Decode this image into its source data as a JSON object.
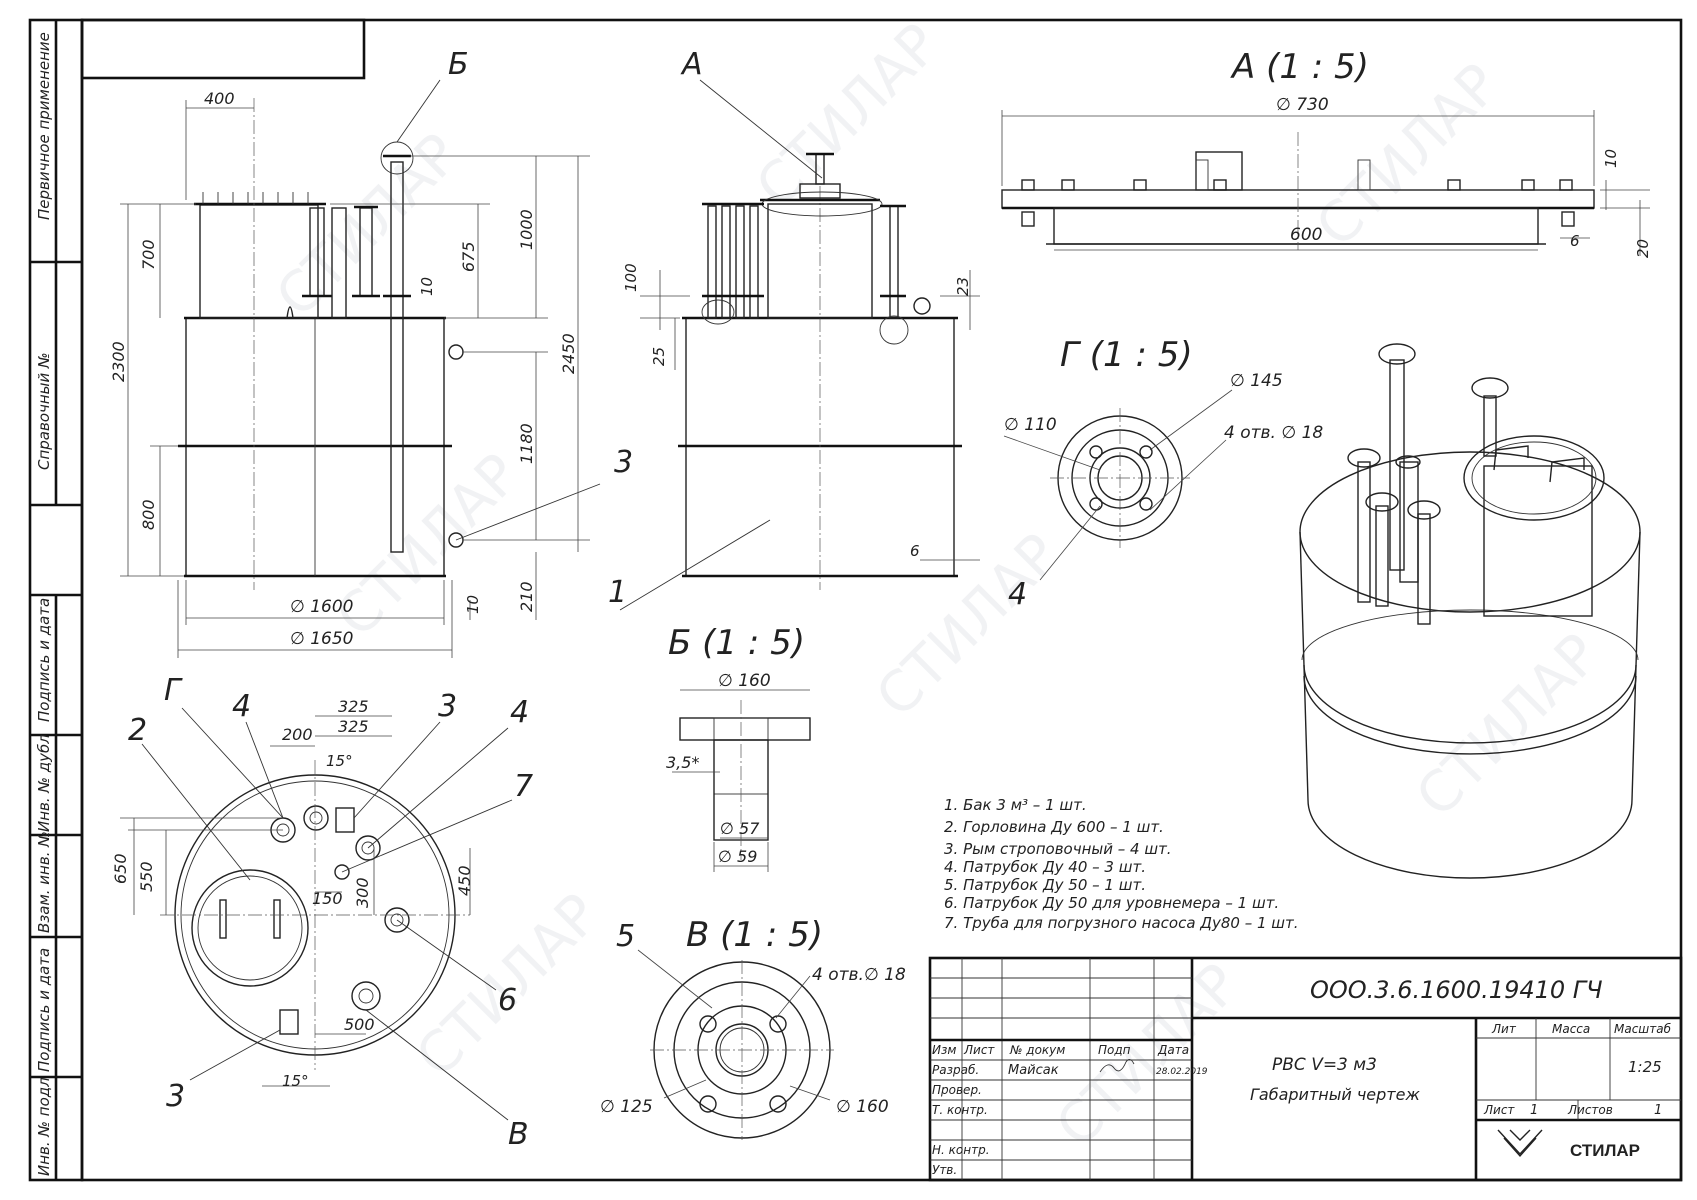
{
  "side_stamp": [
    "Первичное применение",
    "Справочный №",
    "Подпись и дата",
    "Инв. № дубл",
    "Взам. инв. №",
    "Подпись и дата",
    "Инв. № подл"
  ],
  "views": {
    "a_label": "А",
    "b_label": "Б",
    "g_label": "Г",
    "a_scale_title": "А   (1 : 5)",
    "b_scale_title": "Б   (1 : 5)",
    "g_scale_title": "Г   (1 : 5)",
    "v_scale_title": "В   (1 : 5)",
    "v_label": "В"
  },
  "dims_front": {
    "d400": "400",
    "d700": "700",
    "d2300": "2300",
    "d800": "800",
    "d675": "675",
    "d1000": "1000",
    "d10": "10",
    "d2450": "2450",
    "d1180": "1180",
    "d210": "210",
    "d10b": "10",
    "d1600": "∅ 1600",
    "d1650": "∅ 1650"
  },
  "dims_side": {
    "d100": "100",
    "d25": "25",
    "d23": "23",
    "d6": "6"
  },
  "dims_a": {
    "d730": "∅ 730",
    "d10": "10",
    "d600": "600",
    "d6": "6",
    "d20": "20"
  },
  "dims_g": {
    "d110": "∅ 110",
    "d145": "∅ 145",
    "holes": "4 отв. ∅ 18"
  },
  "dims_b": {
    "d160": "∅ 160",
    "d35": "3,5*",
    "d57": "∅ 57",
    "d59": "∅ 59"
  },
  "dims_v": {
    "holes": "4 отв.∅ 18",
    "d125": "∅ 125",
    "d160": "∅ 160"
  },
  "dims_plan": {
    "d325a": "325",
    "d325b": "325",
    "d200": "200",
    "a15": "15°",
    "d650": "650",
    "d550": "550",
    "d150": "150",
    "d300": "300",
    "d450": "450",
    "d500": "500",
    "a15b": "15°"
  },
  "callouts": {
    "c1": "1",
    "c2": "2",
    "c3a": "3",
    "c3b": "3",
    "c3c": "3",
    "c4a": "4",
    "c4b": "4",
    "c4c": "4",
    "c5": "5",
    "c6": "6",
    "c7": "7",
    "cG": "Г",
    "cV": "В"
  },
  "parts_list": [
    "1. Бак 3 м³ – 1 шт.",
    "2. Горловина Ду 600 – 1 шт.",
    "3. Рым строповочный – 4 шт.",
    "4. Патрубок Ду 40 – 3 шт.",
    "5. Патрубок Ду 50 – 1 шт.",
    "6. Патрубок Ду 50 для уровнемера – 1 шт.",
    "7. Труба для погрузного насоса Ду80 – 1 шт."
  ],
  "title_block": {
    "doc_number": "ООО.3.6.1600.19410 ГЧ",
    "name_line1": "РВС V=3 м3",
    "name_line2": "Габаритный чертеж",
    "headers": {
      "izm": "Изм",
      "list": "Лист",
      "ndoc": "№ докум",
      "podp": "Подп",
      "data": "Дата"
    },
    "rows": {
      "razrab": "Разраб.",
      "prover": "Провер.",
      "tkont": "Т. контр.",
      "nkont": "Н. контр.",
      "utv": "Утв."
    },
    "developer": "Майсак",
    "date": "28.02.2019",
    "lit": "Лит",
    "massa": "Масса",
    "masshtab": "Масштаб",
    "scale": "1:25",
    "sheet_label": "Лист",
    "sheet": "1",
    "sheets_label": "Листов",
    "sheets": "1",
    "company": "СТИЛАР"
  },
  "watermark": "СТИЛАР"
}
